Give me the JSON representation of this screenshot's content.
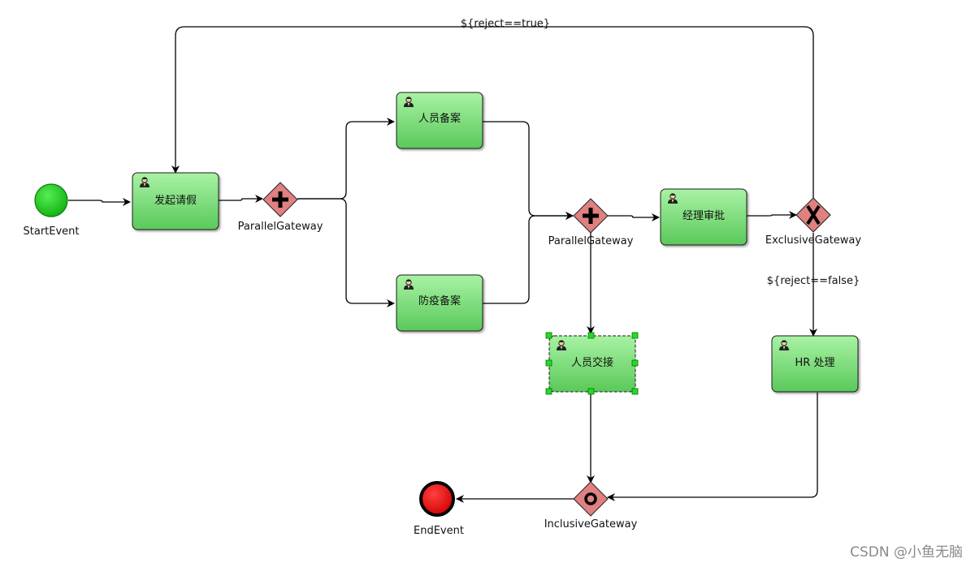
{
  "start_event": {
    "label": "StartEvent",
    "color": "#19c219"
  },
  "end_event": {
    "label": "EndEvent",
    "color": "#e10000"
  },
  "tasks": {
    "apply": {
      "label": "发起请假",
      "icon": "user-icon"
    },
    "staff_record": {
      "label": "人员备案",
      "icon": "user-icon"
    },
    "epidemic_record": {
      "label": "防疫备案",
      "icon": "user-icon"
    },
    "manager_approve": {
      "label": "经理审批",
      "icon": "user-icon"
    },
    "handover": {
      "label": "人员交接",
      "icon": "user-icon",
      "selected": true
    },
    "hr_process": {
      "label": "HR 处理",
      "icon": "user-icon"
    }
  },
  "gateways": {
    "parallel_split": {
      "label": "ParallelGateway",
      "icon": "plus-icon"
    },
    "parallel_join": {
      "label": "ParallelGateway",
      "icon": "plus-icon"
    },
    "exclusive": {
      "label": "ExclusiveGateway",
      "icon": "x-icon"
    },
    "inclusive": {
      "label": "InclusiveGateway",
      "icon": "circle-icon"
    }
  },
  "conditions": {
    "reject_true": "${reject==true}",
    "reject_false": "${reject==false}"
  },
  "colors": {
    "task_fill_top": "#a4f0a0",
    "task_fill_bottom": "#5ccc5c",
    "gateway_fill": "#e08080",
    "selection_handle": "#22dd22"
  },
  "watermark": "CSDN @小鱼无脑"
}
